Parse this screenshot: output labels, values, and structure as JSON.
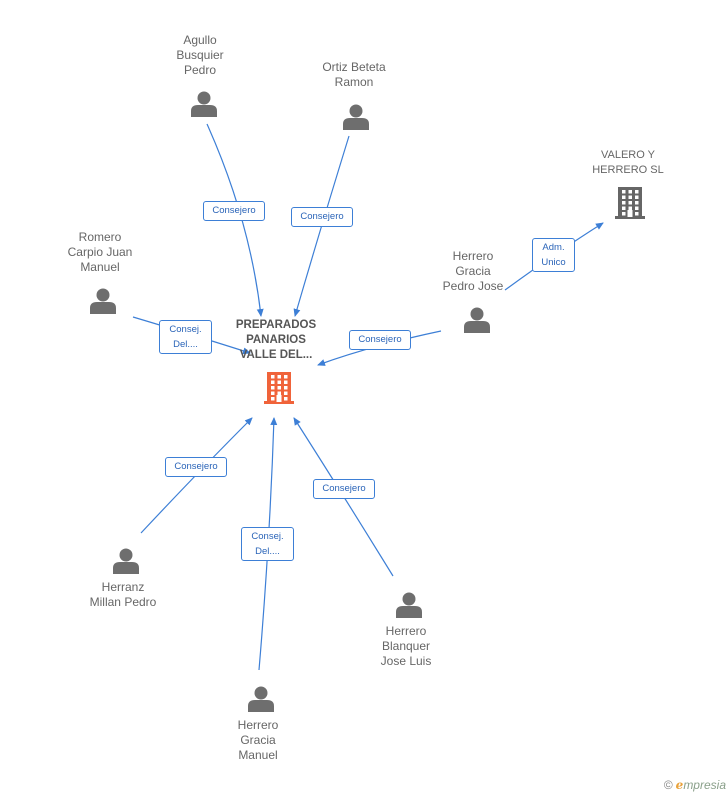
{
  "center": {
    "name_lines": [
      "PREPARADOS",
      "PANARIOS",
      "VALLE DEL..."
    ],
    "icon": "building-icon",
    "color": "#f0633a"
  },
  "company": {
    "name_lines": [
      "VALERO Y",
      "HERRERO SL"
    ],
    "icon": "building-icon",
    "color": "#666666"
  },
  "people": [
    {
      "id": "agullo",
      "name_lines": [
        "Agullo",
        "Busquier",
        "Pedro"
      ],
      "icon": "person-icon"
    },
    {
      "id": "ortiz",
      "name_lines": [
        "Ortiz Beteta",
        "Ramon"
      ],
      "icon": "person-icon"
    },
    {
      "id": "romero",
      "name_lines": [
        "Romero",
        "Carpio Juan",
        "Manuel"
      ],
      "icon": "person-icon"
    },
    {
      "id": "herrero_pedro",
      "name_lines": [
        "Herrero",
        "Gracia",
        "Pedro Jose"
      ],
      "icon": "person-icon"
    },
    {
      "id": "herranz",
      "name_lines": [
        "Herranz",
        "Millan Pedro"
      ],
      "icon": "person-icon"
    },
    {
      "id": "herrero_jose",
      "name_lines": [
        "Herrero",
        "Blanquer",
        "Jose Luis"
      ],
      "icon": "person-icon"
    },
    {
      "id": "herrero_manuel",
      "name_lines": [
        "Herrero",
        "Gracia",
        "Manuel"
      ],
      "icon": "person-icon"
    }
  ],
  "edges": [
    {
      "from": "agullo",
      "to": "center",
      "label_lines": [
        "Consejero"
      ]
    },
    {
      "from": "ortiz",
      "to": "center",
      "label_lines": [
        "Consejero"
      ]
    },
    {
      "from": "romero",
      "to": "center",
      "label_lines": [
        "Consej.",
        "Del...."
      ]
    },
    {
      "from": "herrero_pedro",
      "to": "center",
      "label_lines": [
        "Consejero"
      ]
    },
    {
      "from": "herrero_pedro",
      "to": "company",
      "label_lines": [
        "Adm.",
        "Unico"
      ]
    },
    {
      "from": "herranz",
      "to": "center",
      "label_lines": [
        "Consejero"
      ]
    },
    {
      "from": "herrero_manuel",
      "to": "center",
      "label_lines": [
        "Consej.",
        "Del...."
      ]
    },
    {
      "from": "herrero_jose",
      "to": "center",
      "label_lines": [
        "Consejero"
      ]
    }
  ],
  "style": {
    "edge_color": "#3d7fd6",
    "person_color": "#6e6e6e"
  },
  "footer": {
    "copyright_symbol": "©",
    "brand_initial": "e",
    "brand_rest": "mpresia"
  }
}
